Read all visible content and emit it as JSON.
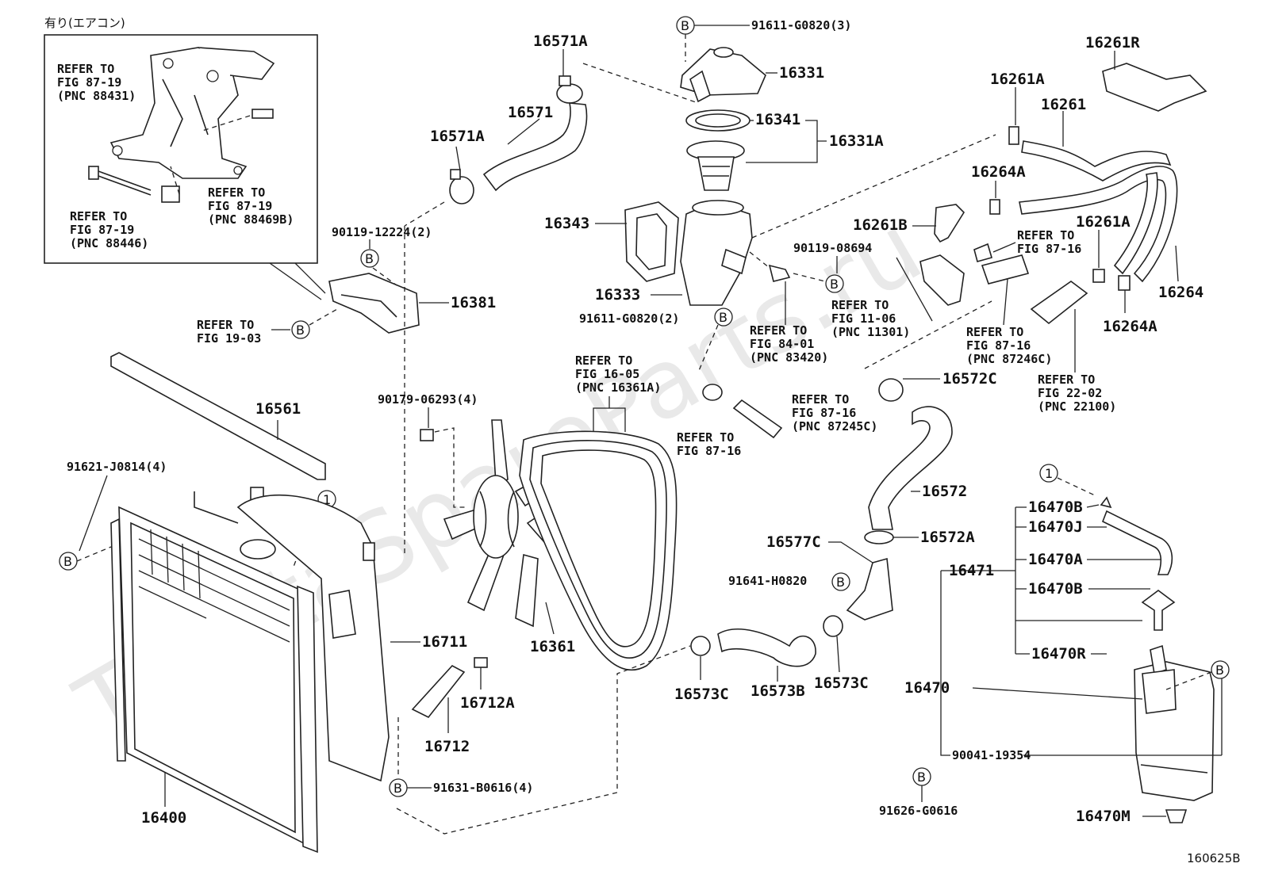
{
  "inset_caption": "有り(エアコン)",
  "watermark": "ToyotaSpareParts.ru",
  "figure_code": "160625B",
  "callout_letters": {
    "b": "B",
    "one": "1"
  },
  "labels": {
    "p16571A_top": "16571A",
    "p16571": "16571",
    "p16571A_mid": "16571A",
    "p90119_12224": "90119-12224(2)",
    "p16381": "16381",
    "p16561": "16561",
    "p91621": "91621-J0814(4)",
    "p16400": "16400",
    "p16711": "16711",
    "p16712A": "16712A",
    "p16712": "16712",
    "p91631": "91631-B0616(4)",
    "p90179": "90179-06293(4)",
    "p16361": "16361",
    "p91611_top": "91611-G0820(3)",
    "p16331": "16331",
    "p16341": "16341",
    "p16331A": "16331A",
    "p16343": "16343",
    "p16333": "16333",
    "p91611_bot": "91611-G0820(2)",
    "p90119_08694": "90119-08694",
    "p16261R": "16261R",
    "p16261A_top": "16261A",
    "p16261": "16261",
    "p16264A_top": "16264A",
    "p16261B": "16261B",
    "p16261A_mid": "16261A",
    "p16264": "16264",
    "p16264A_bot": "16264A",
    "p16572C": "16572C",
    "p16572": "16572",
    "p16572A": "16572A",
    "p16577C": "16577C",
    "p91641": "91641-H0820",
    "p16573C_left": "16573C",
    "p16573B": "16573B",
    "p16573C_right": "16573C",
    "p16470B_top": "16470B",
    "p16470J": "16470J",
    "p16470A": "16470A",
    "p16471": "16471",
    "p16470B_mid": "16470B",
    "p16470R": "16470R",
    "p16470": "16470",
    "p90041": "90041-19354",
    "p91626": "91626-G0616",
    "p16470M": "16470M"
  },
  "references": {
    "inset_88431": [
      "REFER TO",
      "FIG 87-19",
      "(PNC 88431)"
    ],
    "inset_88469B": [
      "REFER TO",
      "FIG 87-19",
      "(PNC 88469B)"
    ],
    "inset_88446": [
      "REFER TO",
      "FIG 87-19",
      "(PNC 88446)"
    ],
    "fig_19_03": [
      "REFER TO",
      "FIG 19-03"
    ],
    "fig_16_05": [
      "REFER TO",
      "FIG 16-05",
      "(PNC 16361A)"
    ],
    "fig_84_01": [
      "REFER TO",
      "FIG 84-01",
      "(PNC 83420)"
    ],
    "fig_11_06": [
      "REFER TO",
      "FIG 11-06",
      "(PNC 11301)"
    ],
    "fig_87_16_right": [
      "REFER TO",
      "FIG 87-16"
    ],
    "fig_87_16_87246C": [
      "REFER TO",
      "FIG 87-16",
      "(PNC 87246C)"
    ],
    "fig_22_02": [
      "REFER TO",
      "FIG 22-02",
      "(PNC 22100)"
    ],
    "fig_87_16_87245C": [
      "REFER TO",
      "FIG 87-16",
      "(PNC 87245C)"
    ],
    "fig_87_16_left": [
      "REFER TO",
      "FIG 87-16"
    ]
  }
}
